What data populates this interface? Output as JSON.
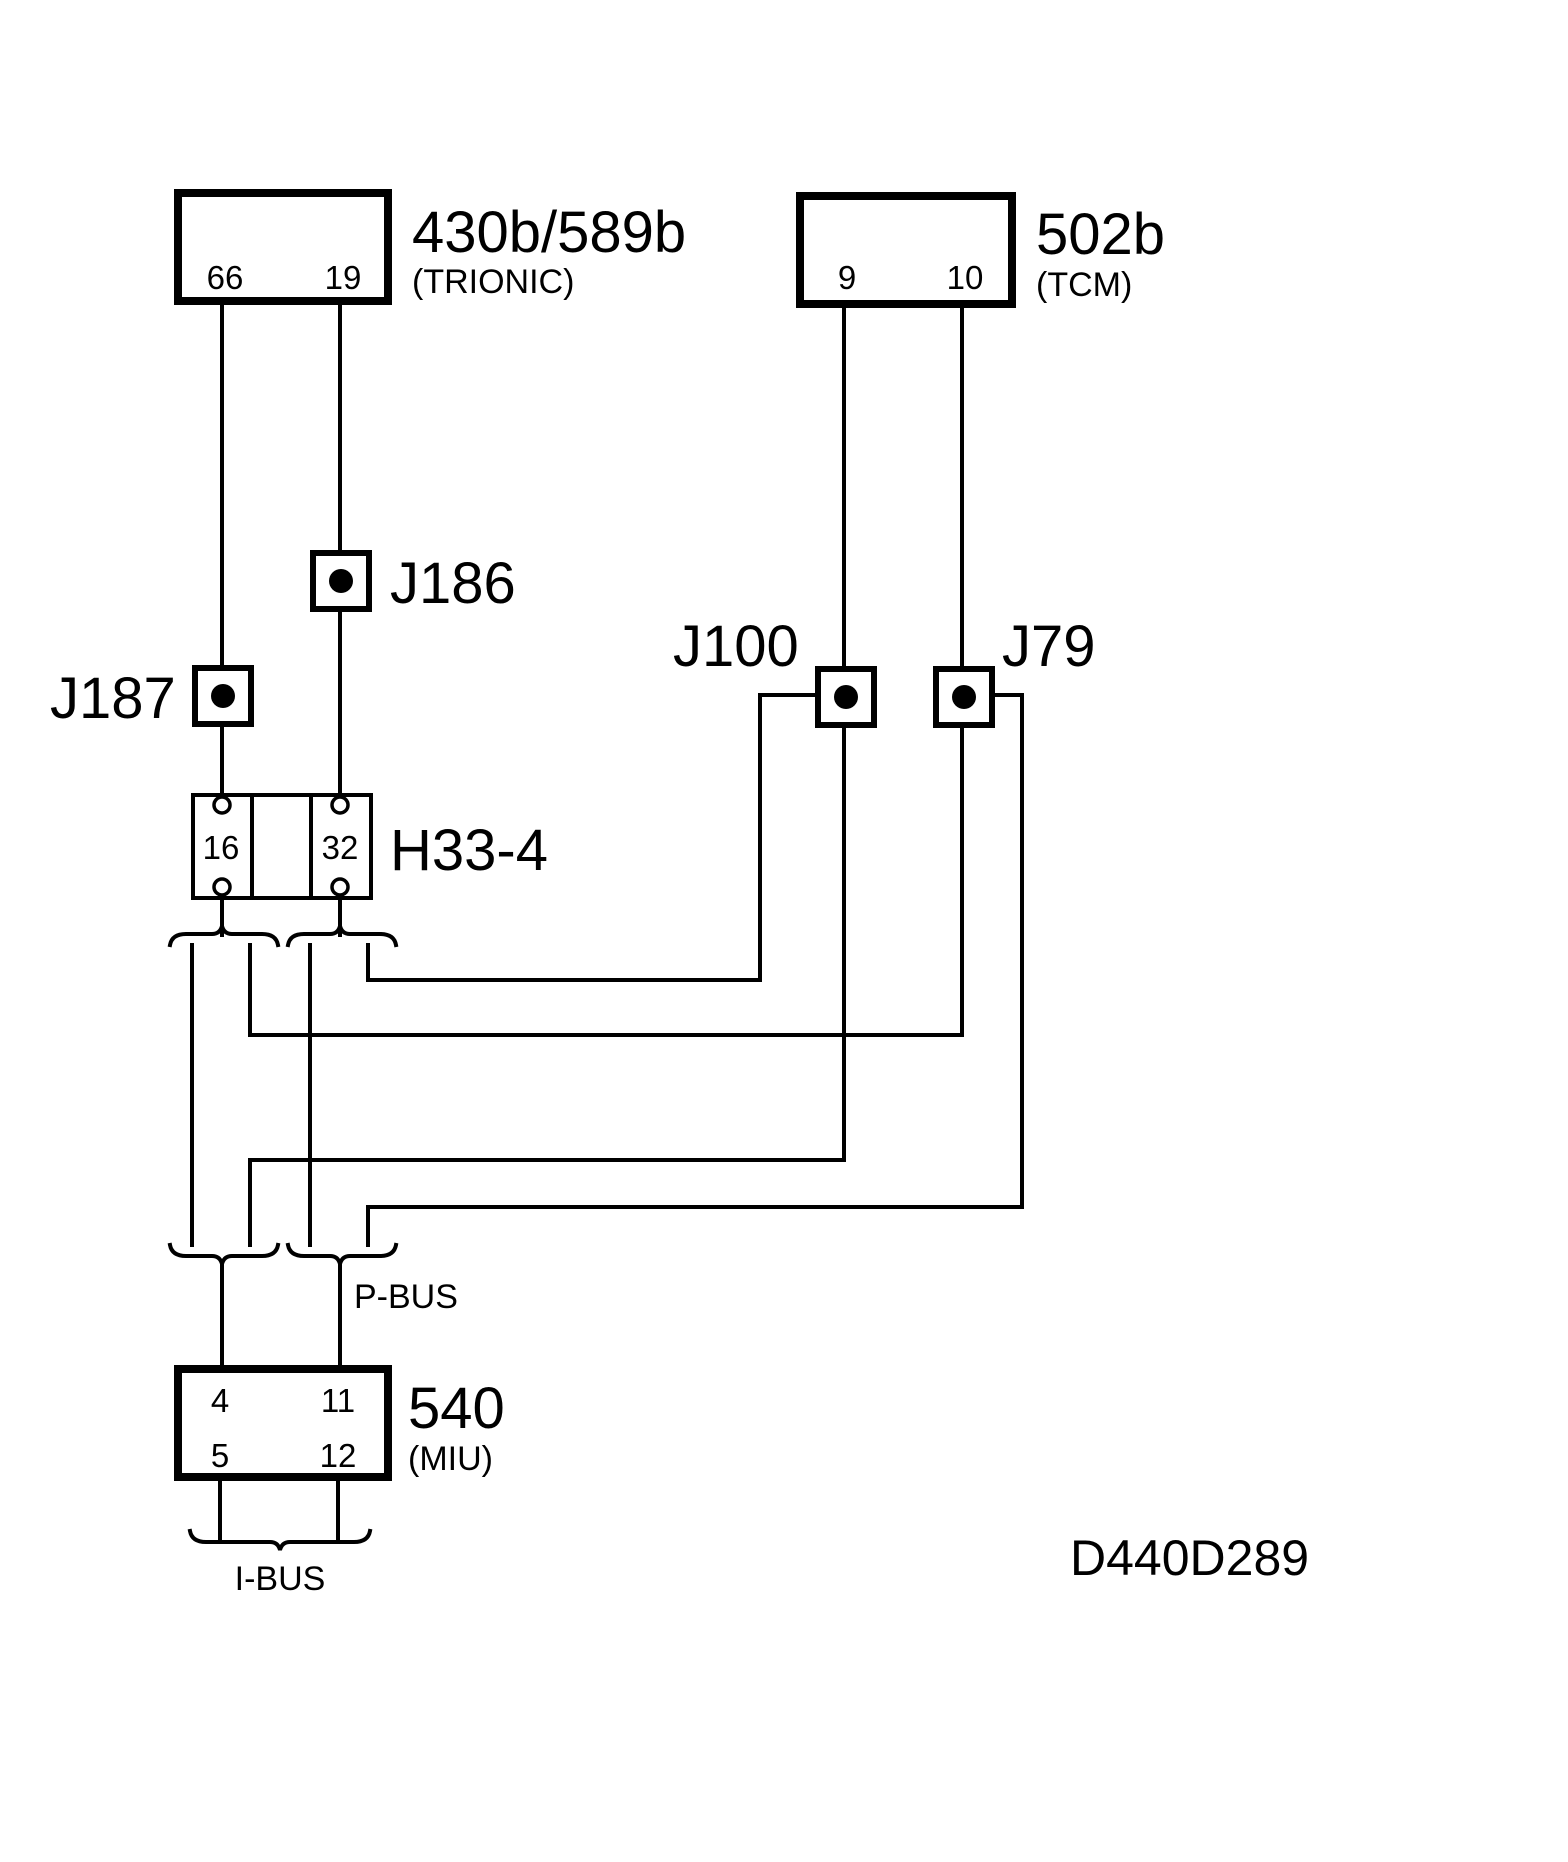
{
  "components": {
    "ecu_trionic": {
      "id": "430b/589b",
      "name": "(TRIONIC)",
      "pins": [
        "66",
        "19"
      ]
    },
    "tcm": {
      "id": "502b",
      "name": "(TCM)",
      "pins": [
        "9",
        "10"
      ]
    },
    "miu": {
      "id": "540",
      "name": "(MIU)",
      "pins": [
        "4",
        "11",
        "5",
        "12"
      ]
    },
    "connector": {
      "id": "H33-4",
      "pins": [
        "16",
        "32"
      ]
    }
  },
  "junctions": [
    "J186",
    "J187",
    "J100",
    "J79"
  ],
  "bus_labels": {
    "p_bus": "P-BUS",
    "i_bus": "I-BUS"
  },
  "drawing_id": "D440D289",
  "colors": {
    "line": "#000000",
    "background": "#ffffff"
  }
}
